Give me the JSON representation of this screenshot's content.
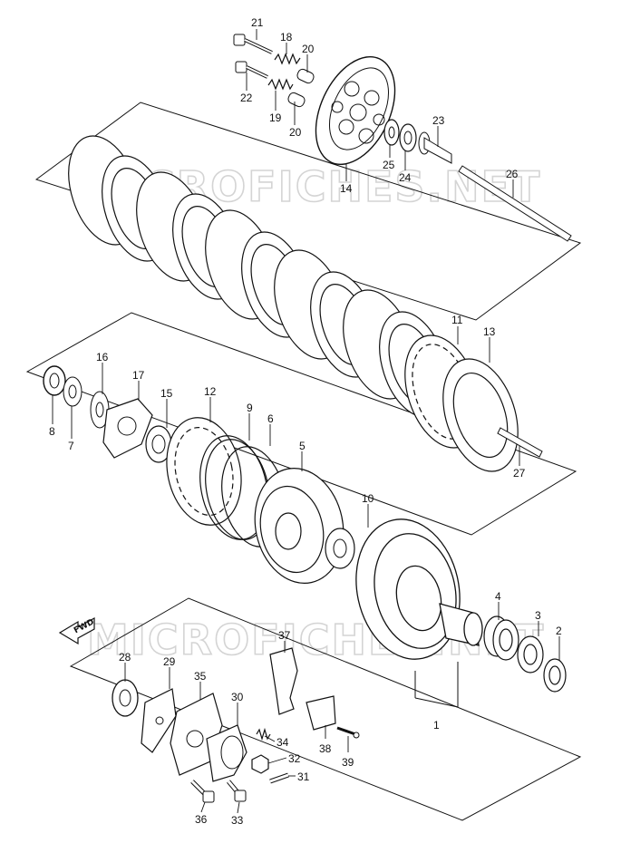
{
  "watermark": "MICROFICHES.NET",
  "fwd_label": "FWD",
  "callouts": {
    "c1": "1",
    "c2": "2",
    "c3": "3",
    "c4": "4",
    "c5": "5",
    "c6": "6",
    "c7": "7",
    "c8": "8",
    "c9": "9",
    "c10": "10",
    "c11": "11",
    "c12": "12",
    "c13": "13",
    "c14": "14",
    "c15": "15",
    "c16": "16",
    "c17": "17",
    "c18": "18",
    "c19": "19",
    "c20a": "20",
    "c20b": "20",
    "c21": "21",
    "c22": "22",
    "c23": "23",
    "c24": "24",
    "c25": "25",
    "c26": "26",
    "c27": "27",
    "c28": "28",
    "c29": "29",
    "c30": "30",
    "c31": "31",
    "c32": "32",
    "c33": "33",
    "c34": "34",
    "c35": "35",
    "c36": "36",
    "c37": "37",
    "c38": "38",
    "c39": "39"
  }
}
